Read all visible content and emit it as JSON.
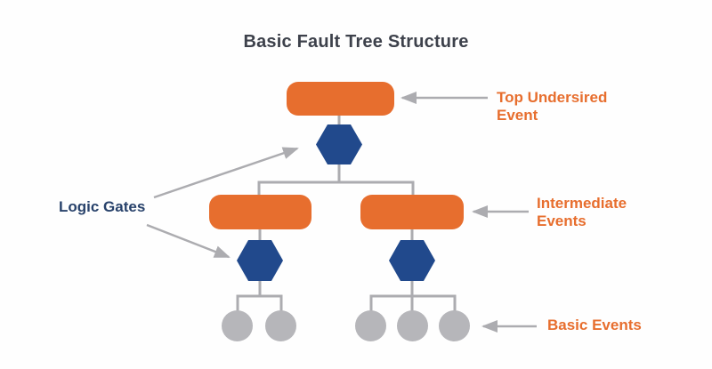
{
  "title": "Basic Fault Tree Structure",
  "colors": {
    "orange": "#E76E2E",
    "navy": "#21498C",
    "connector-gray": "#ACACB0",
    "node-gray": "#B6B6BA",
    "title-color": "#3D414B",
    "label-navy": "#28426B",
    "background": "#FEFEFE"
  },
  "annotations": {
    "top_event": "Top Undersired Event",
    "logic_gates": "Logic Gates",
    "intermediate_events": "Intermediate Events",
    "basic_events": "Basic Events"
  },
  "diagram": {
    "type": "fault-tree",
    "top_event_count": 1,
    "logic_gate_count": 3,
    "intermediate_event_count": 2,
    "basic_event_count": 5
  }
}
